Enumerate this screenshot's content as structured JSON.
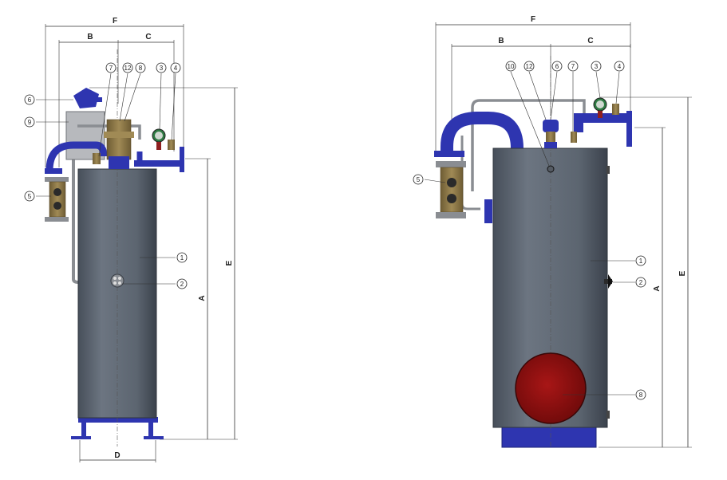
{
  "colors": {
    "tank_body": "#5f6874",
    "tank_edge": "#2f353d",
    "pipe_blue": "#2e35b0",
    "valve_brass": "#8a7445",
    "manhole_red": "#8e0e0e",
    "gauge_green": "#2e7a42",
    "housing_grey": "#b7b9bd",
    "line": "#333333"
  },
  "left_view": {
    "dimensions": {
      "A": "A",
      "B": "B",
      "C": "C",
      "D": "D",
      "E": "E",
      "F": "F"
    },
    "callouts": {
      "c1": "1",
      "c2": "2",
      "c3": "3",
      "c4": "4",
      "c5": "5",
      "c6": "6",
      "c7": "7",
      "c8": "8",
      "c9": "9",
      "c12": "12"
    }
  },
  "right_view": {
    "dimensions": {
      "A": "A",
      "B": "B",
      "C": "C",
      "E": "E",
      "F": "F"
    },
    "callouts": {
      "c1": "1",
      "c2": "2",
      "c3": "3",
      "c4": "4",
      "c5": "5",
      "c6": "6",
      "c7": "7",
      "c8": "8",
      "c10": "10",
      "c12": "12"
    }
  }
}
